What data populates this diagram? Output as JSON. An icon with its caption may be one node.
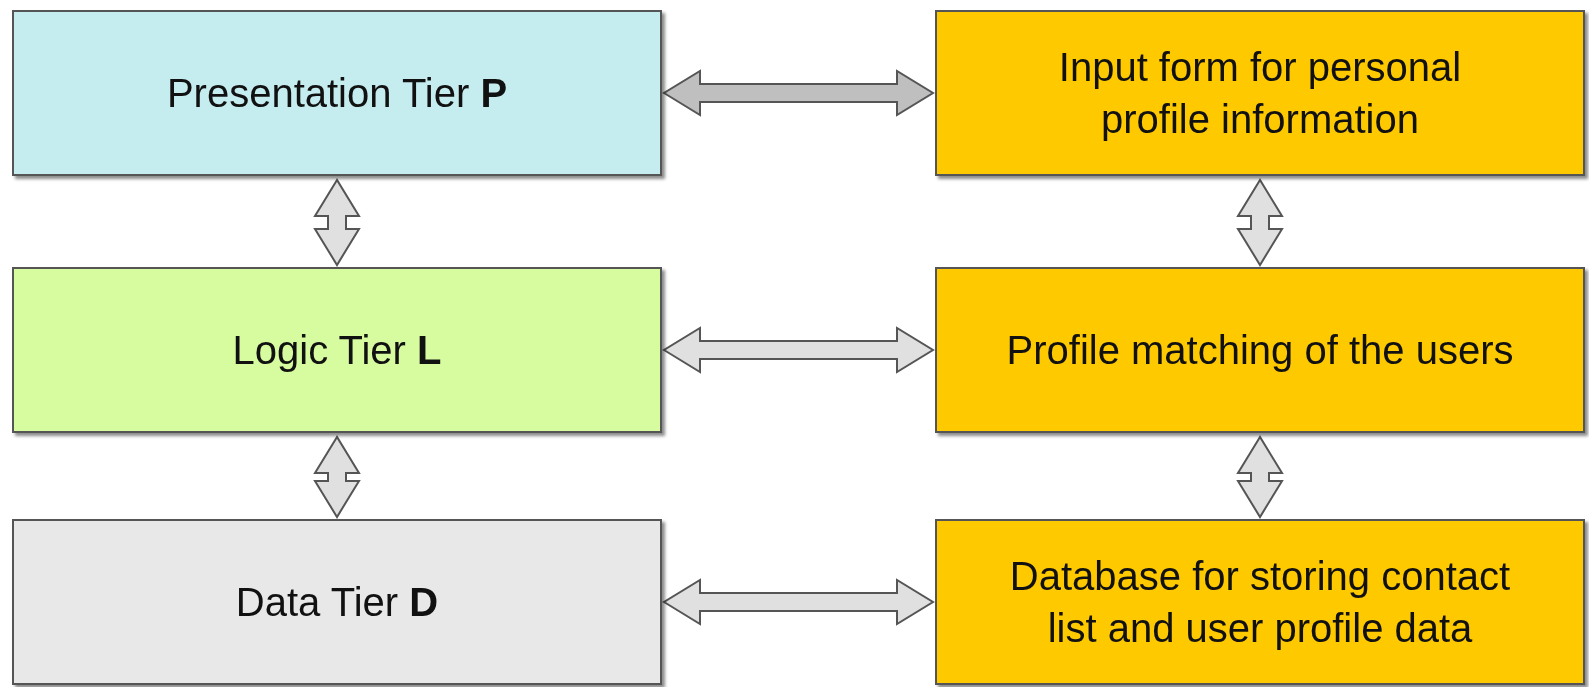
{
  "diagram": {
    "nodes": [
      {
        "text": [
          "Presentation Tier **P**"
        ]
      },
      {
        "text": [
          "Input form for personal profile information"
        ]
      },
      {
        "text": [
          "Logic Tier **L**"
        ]
      },
      {
        "text": [
          "Profile matching of the users"
        ]
      },
      {
        "text": [
          "Data Tier **D**"
        ]
      },
      {
        "text": [
          "Database for storing contact list and user profile data"
        ]
      }
    ],
    "edges": [
      {
        "from": 0,
        "to": 1,
        "arrow": "both",
        "color": "#bfbfbf"
      },
      {
        "from": 0,
        "to": 2,
        "arrow": "both"
      },
      {
        "from": 1,
        "to": 3,
        "arrow": "both"
      },
      {
        "from": 2,
        "to": 3,
        "arrow": "both"
      },
      {
        "from": 2,
        "to": 4,
        "arrow": "both"
      },
      {
        "from": 3,
        "to": 5,
        "arrow": "both"
      },
      {
        "from": 4,
        "to": 5,
        "arrow": "both"
      }
    ]
  }
}
